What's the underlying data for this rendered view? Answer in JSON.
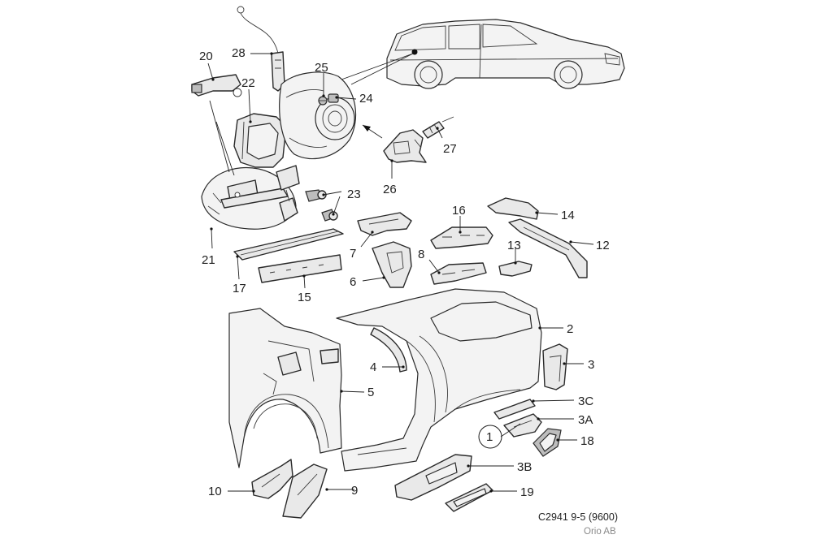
{
  "diagram": {
    "labels": {
      "p1": "1",
      "p2": "2",
      "p3": "3",
      "p3a": "3A",
      "p3b": "3B",
      "p3c": "3C",
      "p4": "4",
      "p5": "5",
      "p6": "6",
      "p7": "7",
      "p8": "8",
      "p9": "9",
      "p10": "10",
      "p12": "12",
      "p13": "13",
      "p14": "14",
      "p15": "15",
      "p16": "16",
      "p17": "17",
      "p18": "18",
      "p19": "19",
      "p20": "20",
      "p21": "21",
      "p22": "22",
      "p23": "23",
      "p24": "24",
      "p25": "25",
      "p26": "26",
      "p27": "27",
      "p28": "28"
    },
    "drawing_code": "C2941 9-5 (9600)",
    "credit": "Orio AB"
  }
}
